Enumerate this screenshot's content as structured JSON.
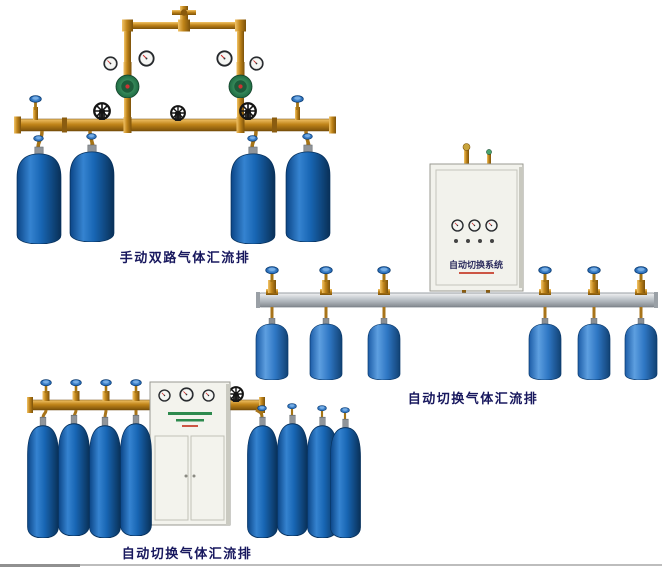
{
  "page": {
    "background": "#ffffff",
    "caption_color": "#18185e"
  },
  "products": [
    {
      "id": "manual-dual-manifold",
      "caption": "手动双路气体汇流排",
      "cylinder_count": 4
    },
    {
      "id": "auto-switch-wall-manifold",
      "caption": "自动切换气体汇流排",
      "cabinet_label": "自动切换系统",
      "cylinder_count": 6
    },
    {
      "id": "auto-switch-floor-manifold",
      "caption": "自动切换气体汇流排",
      "cylinder_count": 8
    }
  ],
  "colors": {
    "cylinder_blue": "#1866b4",
    "cylinder_blue_light": "#3a82cc",
    "brass": "#c08419",
    "aluminum_pipe": "#b9bfc5",
    "regulator_green": "#2e7a4e",
    "valve_knob_blue": "#2f7fd2",
    "cabinet_white": "#f2f2ec"
  }
}
